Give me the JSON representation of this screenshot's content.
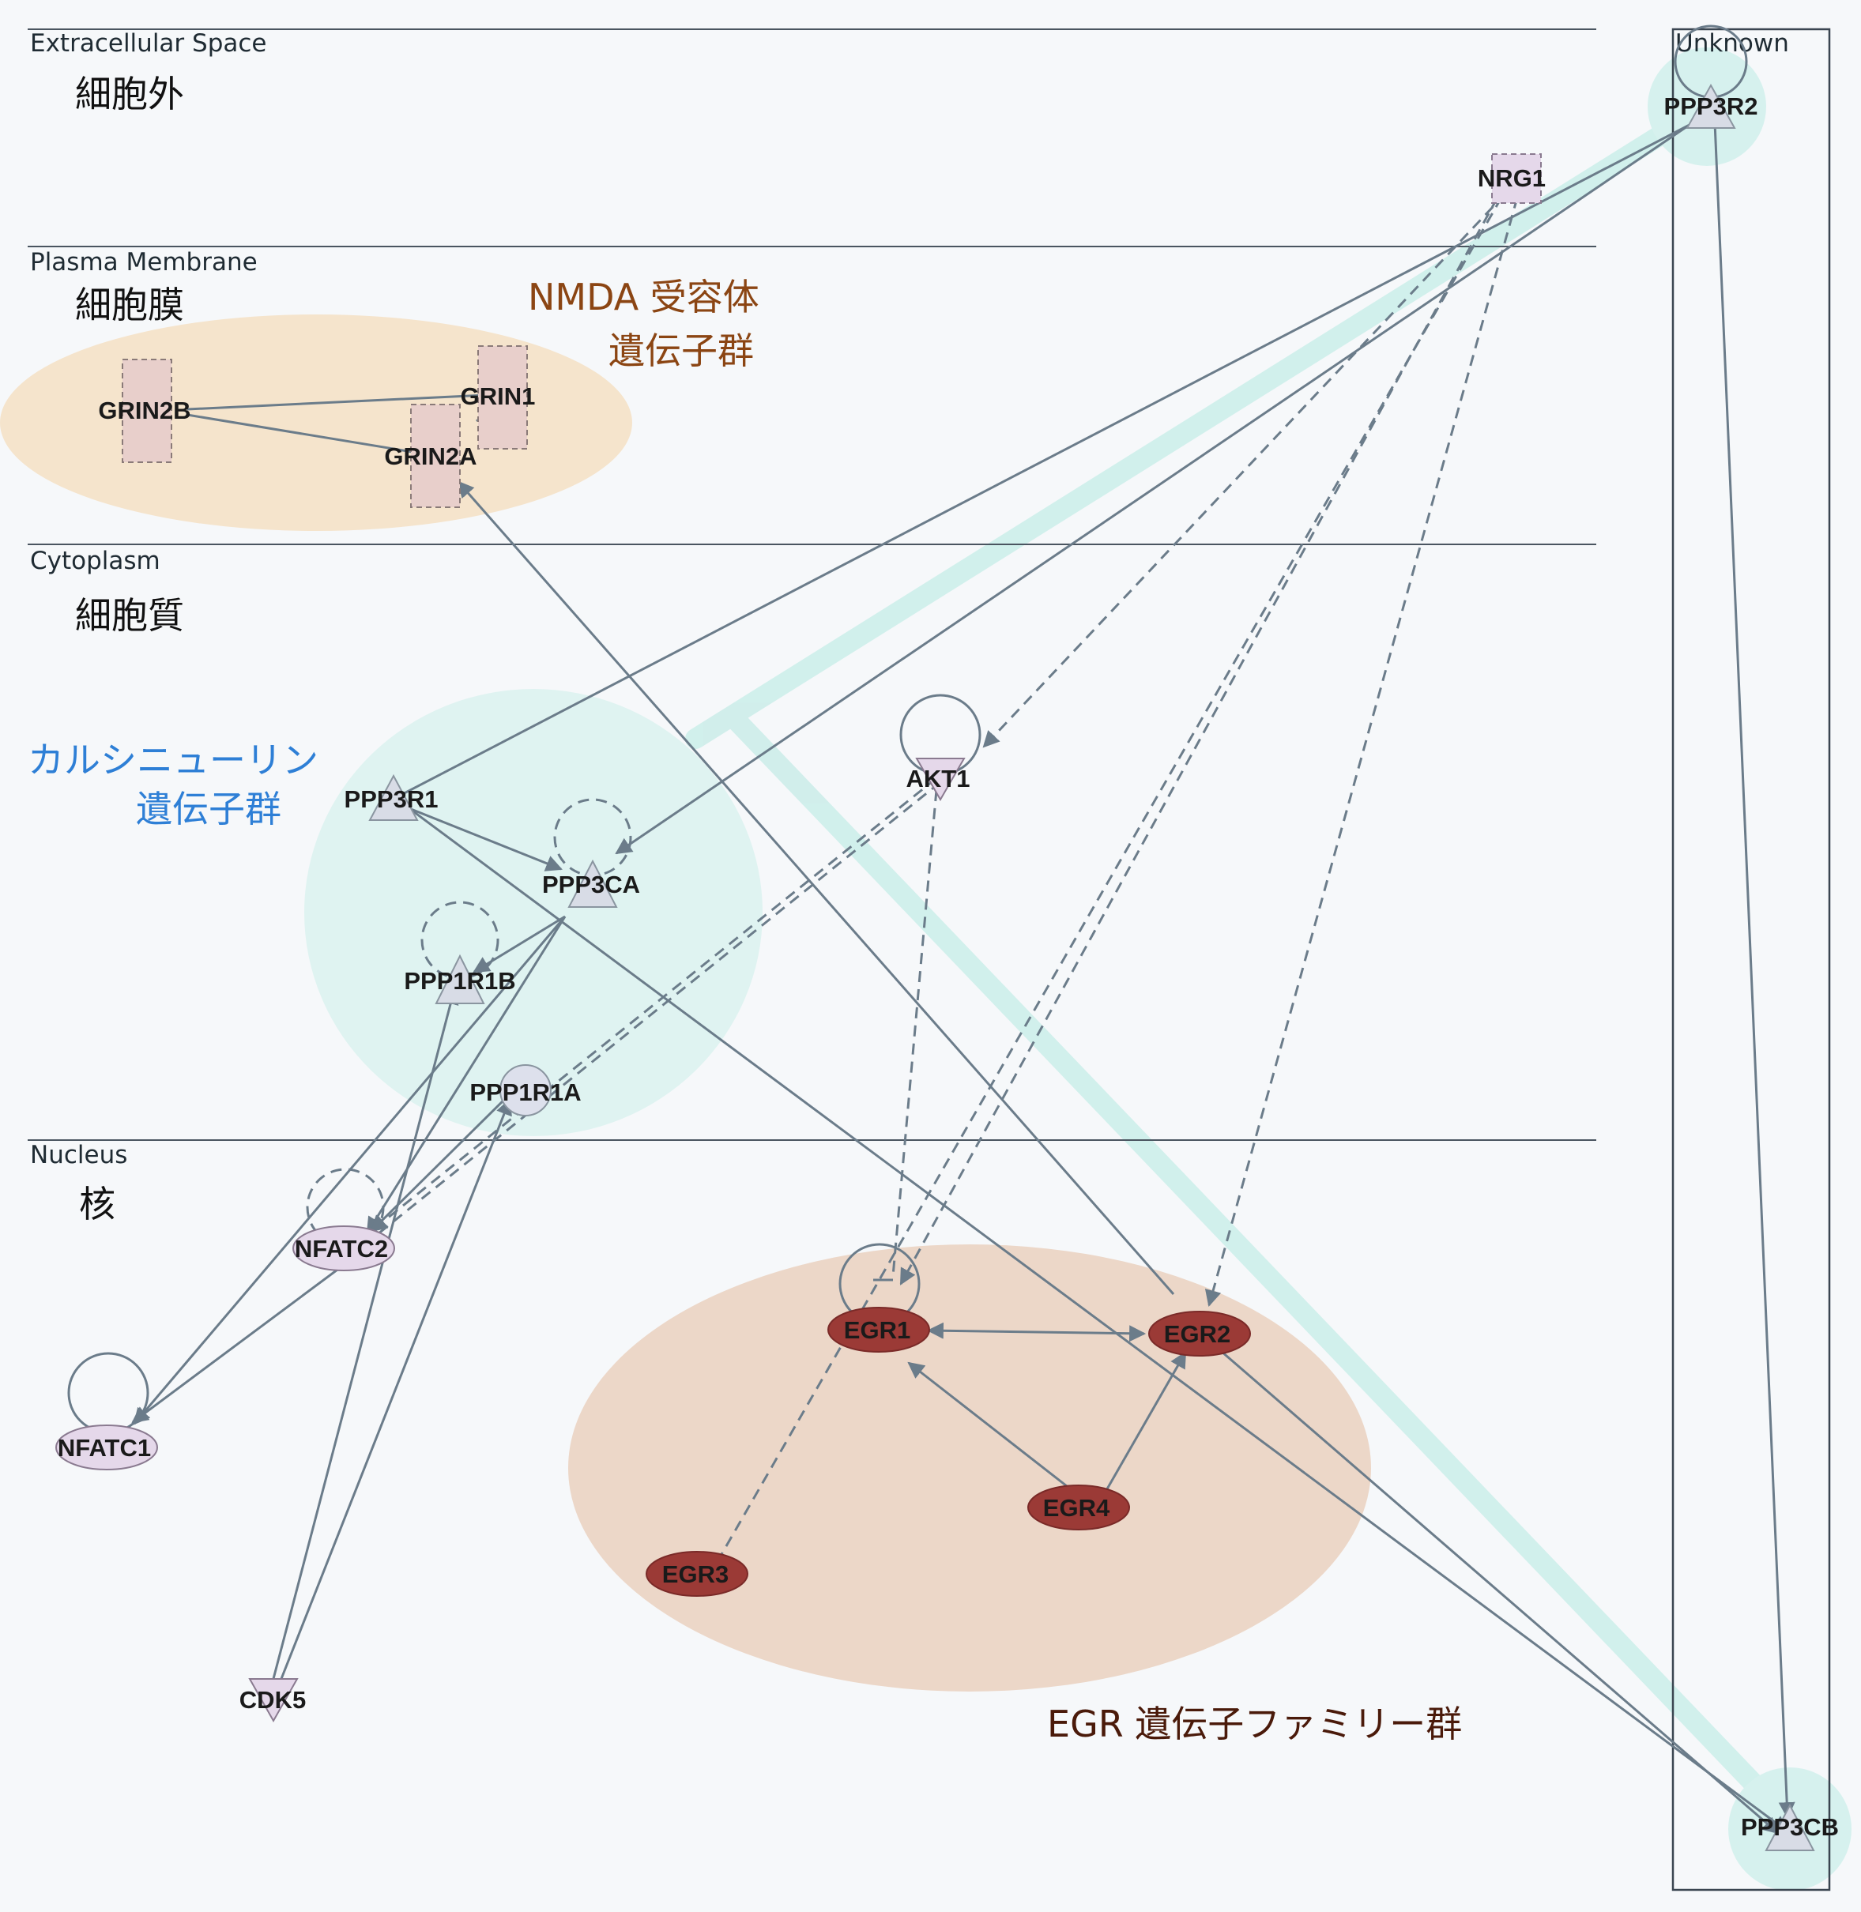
{
  "lanes": [
    {
      "id": "extracellular",
      "label": "Extracellular Space",
      "label_jp": "細胞外"
    },
    {
      "id": "membrane",
      "label": "Plasma Membrane",
      "label_jp": "細胞膜"
    },
    {
      "id": "cytoplasm",
      "label": "Cytoplasm",
      "label_jp": "細胞質"
    },
    {
      "id": "nucleus",
      "label": "Nucleus",
      "label_jp": "核"
    }
  ],
  "unknown_lane": {
    "label": "Unknown"
  },
  "groups": {
    "nmda": {
      "line1": "NMDA 受容体",
      "line2": "遺伝子群"
    },
    "calcineurin": {
      "line1": "カルシニューリン",
      "line2": "遺伝子群"
    },
    "egr": {
      "line1": "EGR 遺伝子ファミリー群"
    }
  },
  "nodes": {
    "GRIN2B": "GRIN2B",
    "GRIN1": "GRIN1",
    "GRIN2A": "GRIN2A",
    "NRG1": "NRG1",
    "PPP3R2": "PPP3R2",
    "PPP3R1": "PPP3R1",
    "PPP3CA": "PPP3CA",
    "PPP1R1B": "PPP1R1B",
    "PPP1R1A": "PPP1R1A",
    "AKT1": "AKT1",
    "NFATC2": "NFATC2",
    "NFATC1": "NFATC1",
    "EGR1": "EGR1",
    "EGR2": "EGR2",
    "EGR3": "EGR3",
    "EGR4": "EGR4",
    "CDK5": "CDK5",
    "PPP3CB": "PPP3CB"
  },
  "colors": {
    "background": "#f6f8fa",
    "nmda_group": "#f5e4cc",
    "calcineurin_group": "#dff3f1",
    "egr_group": "#ecd7c8",
    "membrane_node": "#e8cfcb",
    "lavender_node": "#e5d8ea",
    "egr_node": "#9b3a36",
    "edge": "#6b7c8a",
    "highlight_path": "#cdeeea"
  }
}
